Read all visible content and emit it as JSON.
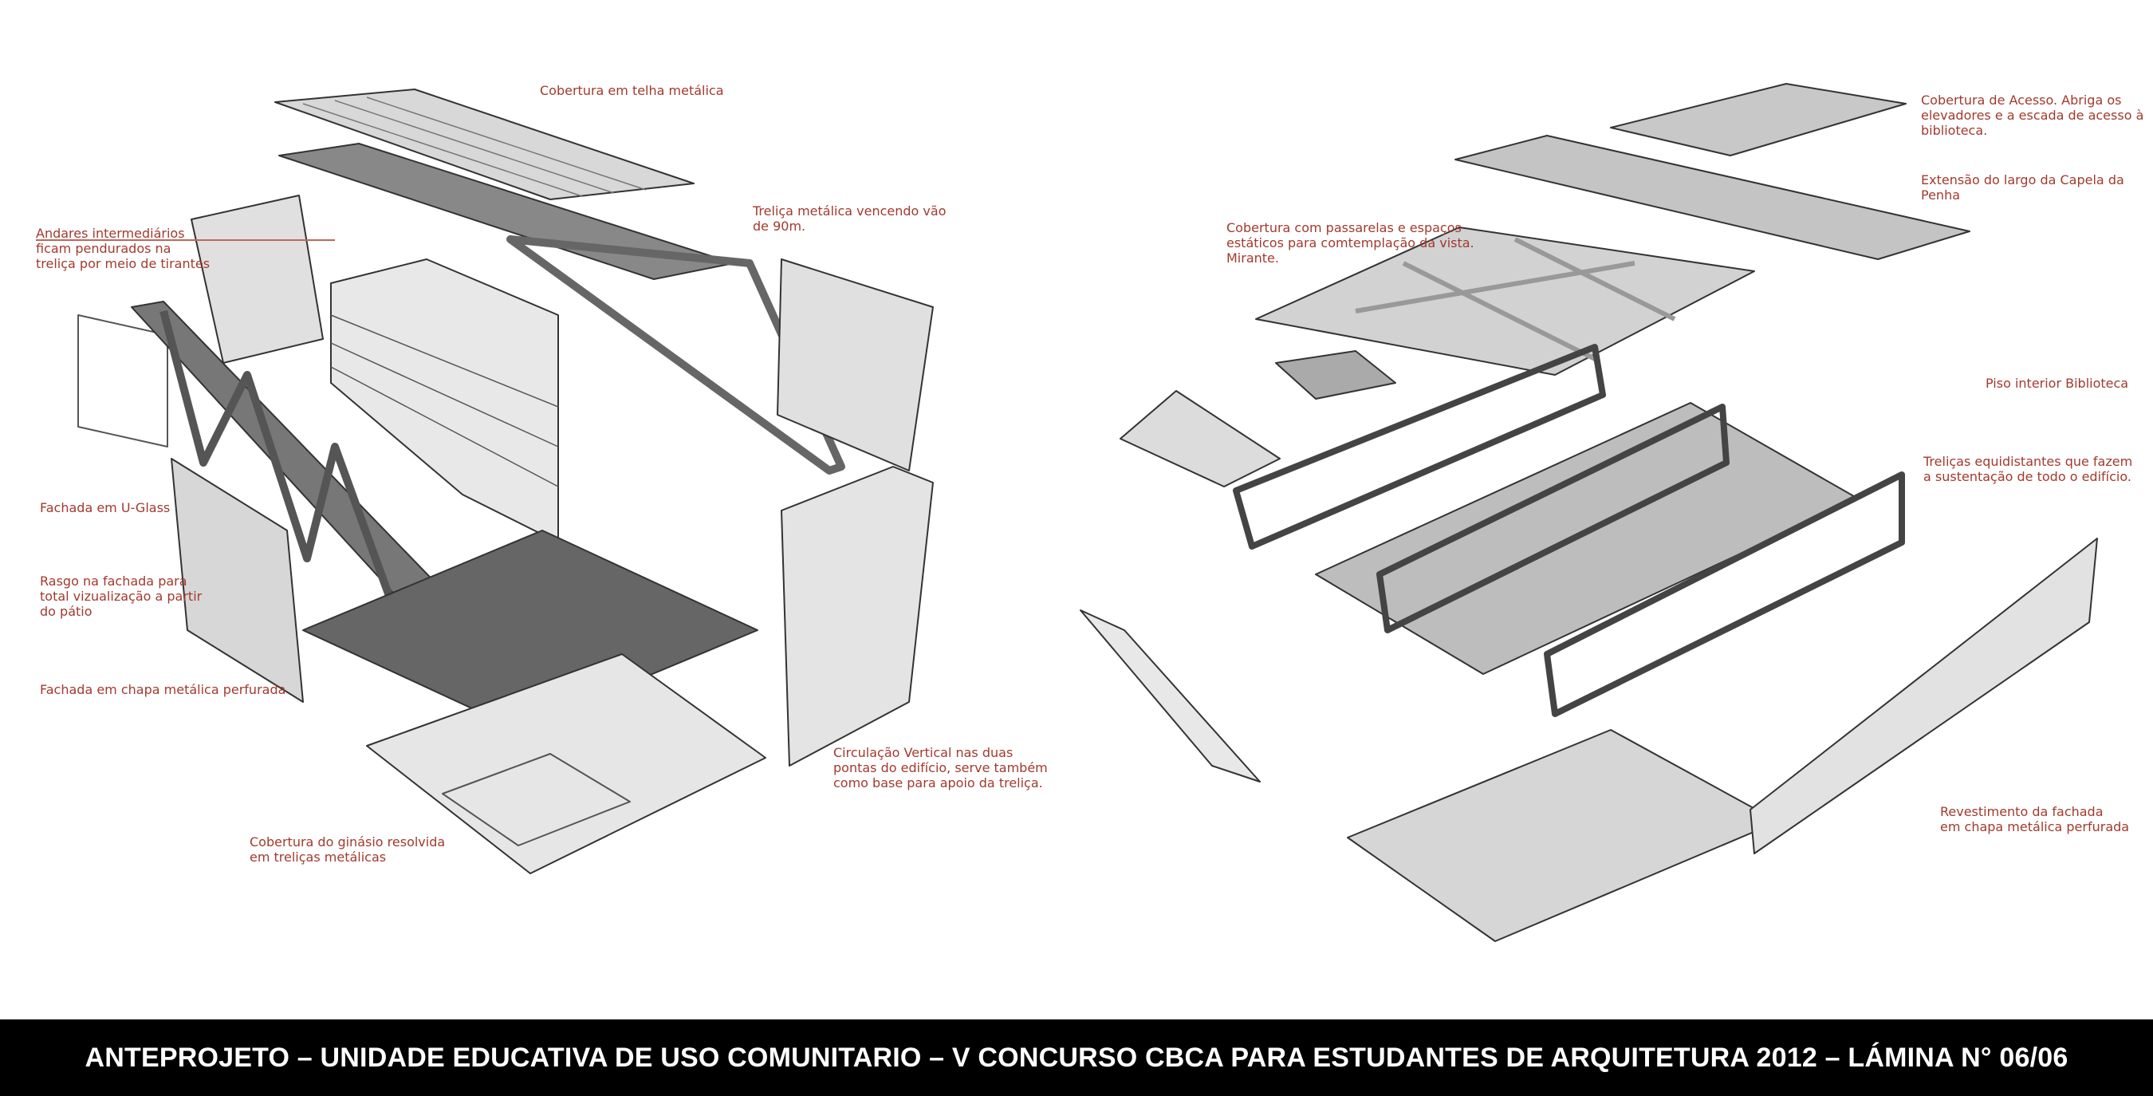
{
  "labels": {
    "telha": "Cobertura em telha metálica",
    "trelica": "Treliça metálica vencendo vão\nde 90m.",
    "andares": "Andares intermediários\nficam pendurados na\ntreliça por meio de tirantes",
    "uglass": "Fachada em U-Glass",
    "rasgo": "Rasgo na fachada para\ntotal vizualização a partir\ndo pátio",
    "chapa": "Fachada em chapa metálica perfurada",
    "circulacao": "Circulação Vertical nas duas\npontas do edifício, serve também\ncomo base para apoio da treliça.",
    "ginasio": "Cobertura do ginásio resolvida\nem treliças metálicas",
    "acesso": "Cobertura de Acesso. Abriga os\nelevadores e a escada de acesso à\nbiblioteca.",
    "extensao": "Extensão do largo da Capela da\nPenha",
    "mirante": "Cobertura com passarelas e espaços\nestáticos para comtemplação da vista.\nMirante.",
    "piso": "Piso interior Biblioteca",
    "trelicas_eq": "Treliças equidistantes que fazem\na sustentação de todo o edifício.",
    "revestimento": "Revestimento da fachada\nem chapa metálica perfurada"
  },
  "footer": {
    "title": "ANTEPROJETO – UNIDADE EDUCATIVA DE USO COMUNITARIO – V CONCURSO CBCA PARA ESTUDANTES DE ARQUITETURA 2012 – LÁMINA N° 06/06"
  },
  "colors": {
    "label": "#a23a2e",
    "footer_bg": "#000000"
  }
}
